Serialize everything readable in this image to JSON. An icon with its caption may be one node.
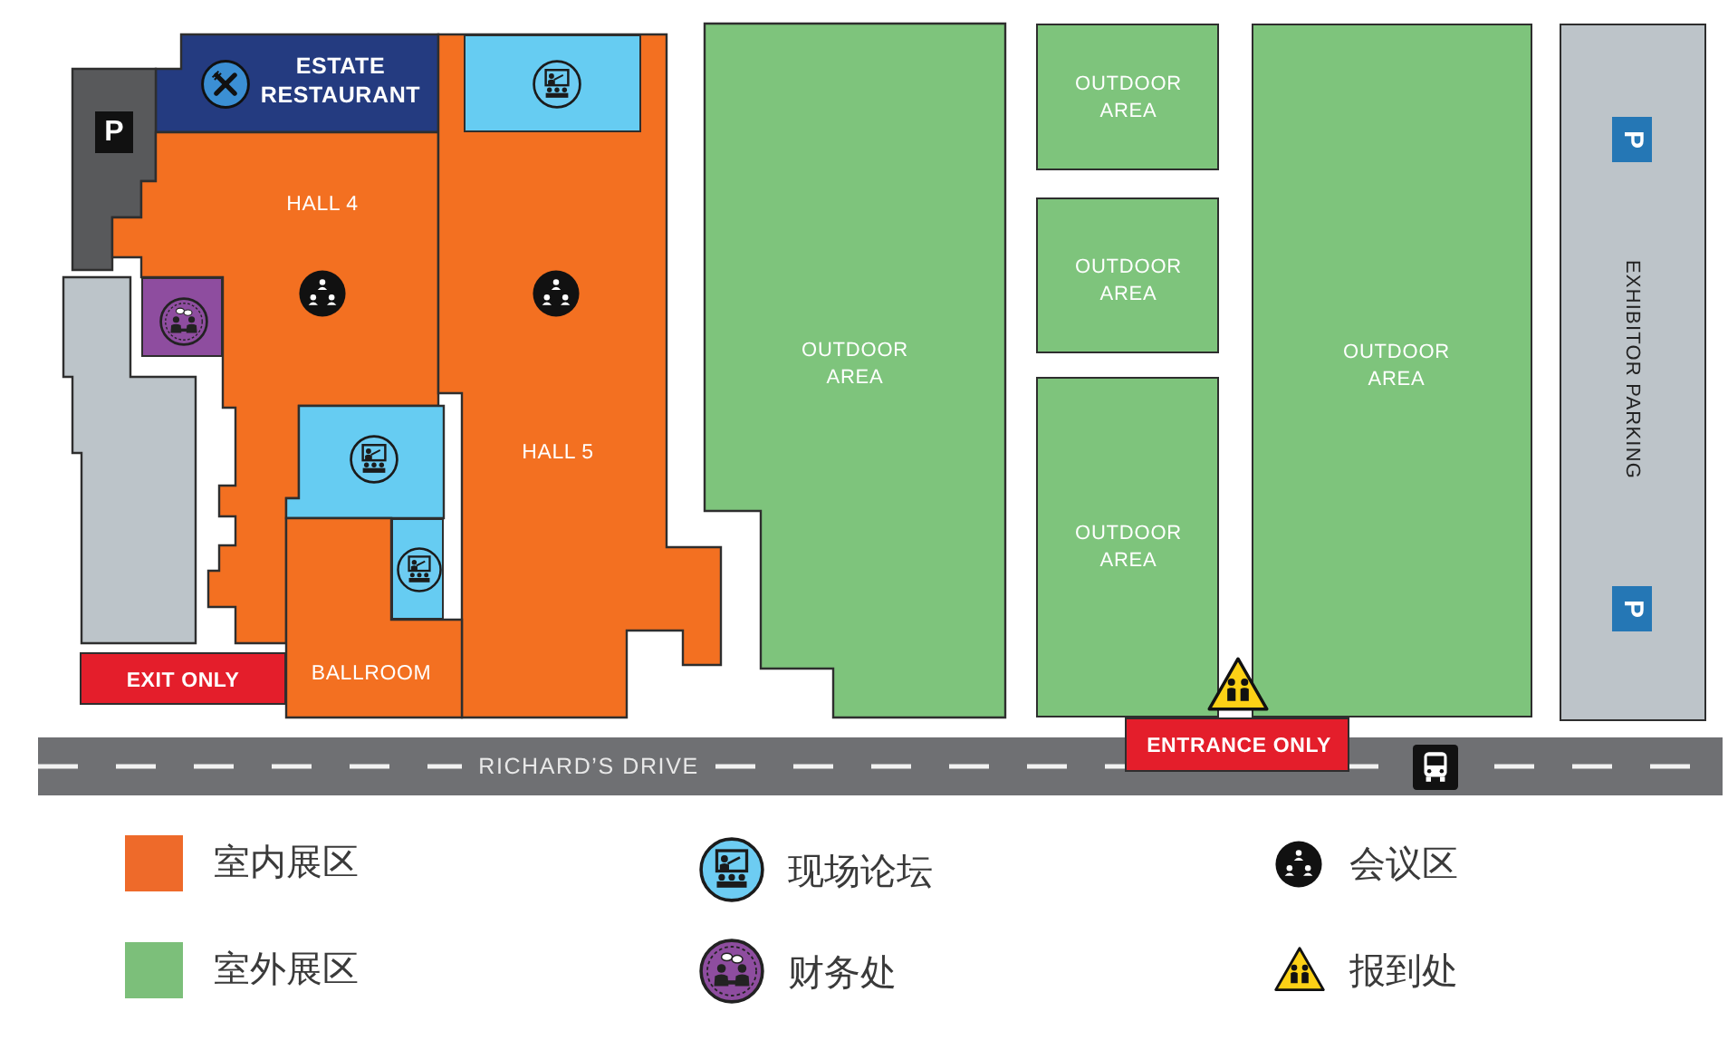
{
  "diagram": {
    "nodes": [
      {
        "text": [
          "ESTATE RESTAURANT"
        ]
      },
      {
        "text": [
          "P"
        ]
      },
      {
        "text": [
          "HALL 4"
        ]
      },
      {
        "text": [
          "HALL 5"
        ]
      },
      {
        "text": [],
        "shape": "box",
        "in": 3
      },
      {
        "text": [],
        "shape": "box"
      },
      {
        "text": [],
        "shape": "box"
      },
      {
        "text": [],
        "shape": "box"
      },
      {
        "text": [],
        "shape": "box"
      },
      {
        "text": [
          "BALLROOM"
        ]
      },
      {
        "text": [
          "EXIT ONLY"
        ]
      },
      {
        "text": [
          "OUTDOOR AREA"
        ]
      },
      {
        "text": [
          "OUTDOOR AREA"
        ]
      },
      {
        "text": [
          "OUTDOOR AREA"
        ]
      },
      {
        "text": [
          "OUTDOOR AREA"
        ]
      },
      {
        "text": [
          "OUTDOOR AREA"
        ]
      },
      {
        "text": [
          "P",
          "EXHIBITOR PARKING",
          "P"
        ]
      },
      {
        "text": [
          "ENTRANCE ONLY"
        ]
      },
      {
        "text": [
          "RICHARD’S DRIVE"
        ]
      }
    ],
    "edges": [],
    "legend": [
      {
        "text": "室内展区",
        "color": "#ee6a2a"
      },
      {
        "text": "现场论坛"
      },
      {
        "text": "会议区"
      },
      {
        "text": "室外展区",
        "color": "#7cbf7a"
      },
      {
        "text": "财务处"
      },
      {
        "text": "报到处"
      }
    ]
  }
}
